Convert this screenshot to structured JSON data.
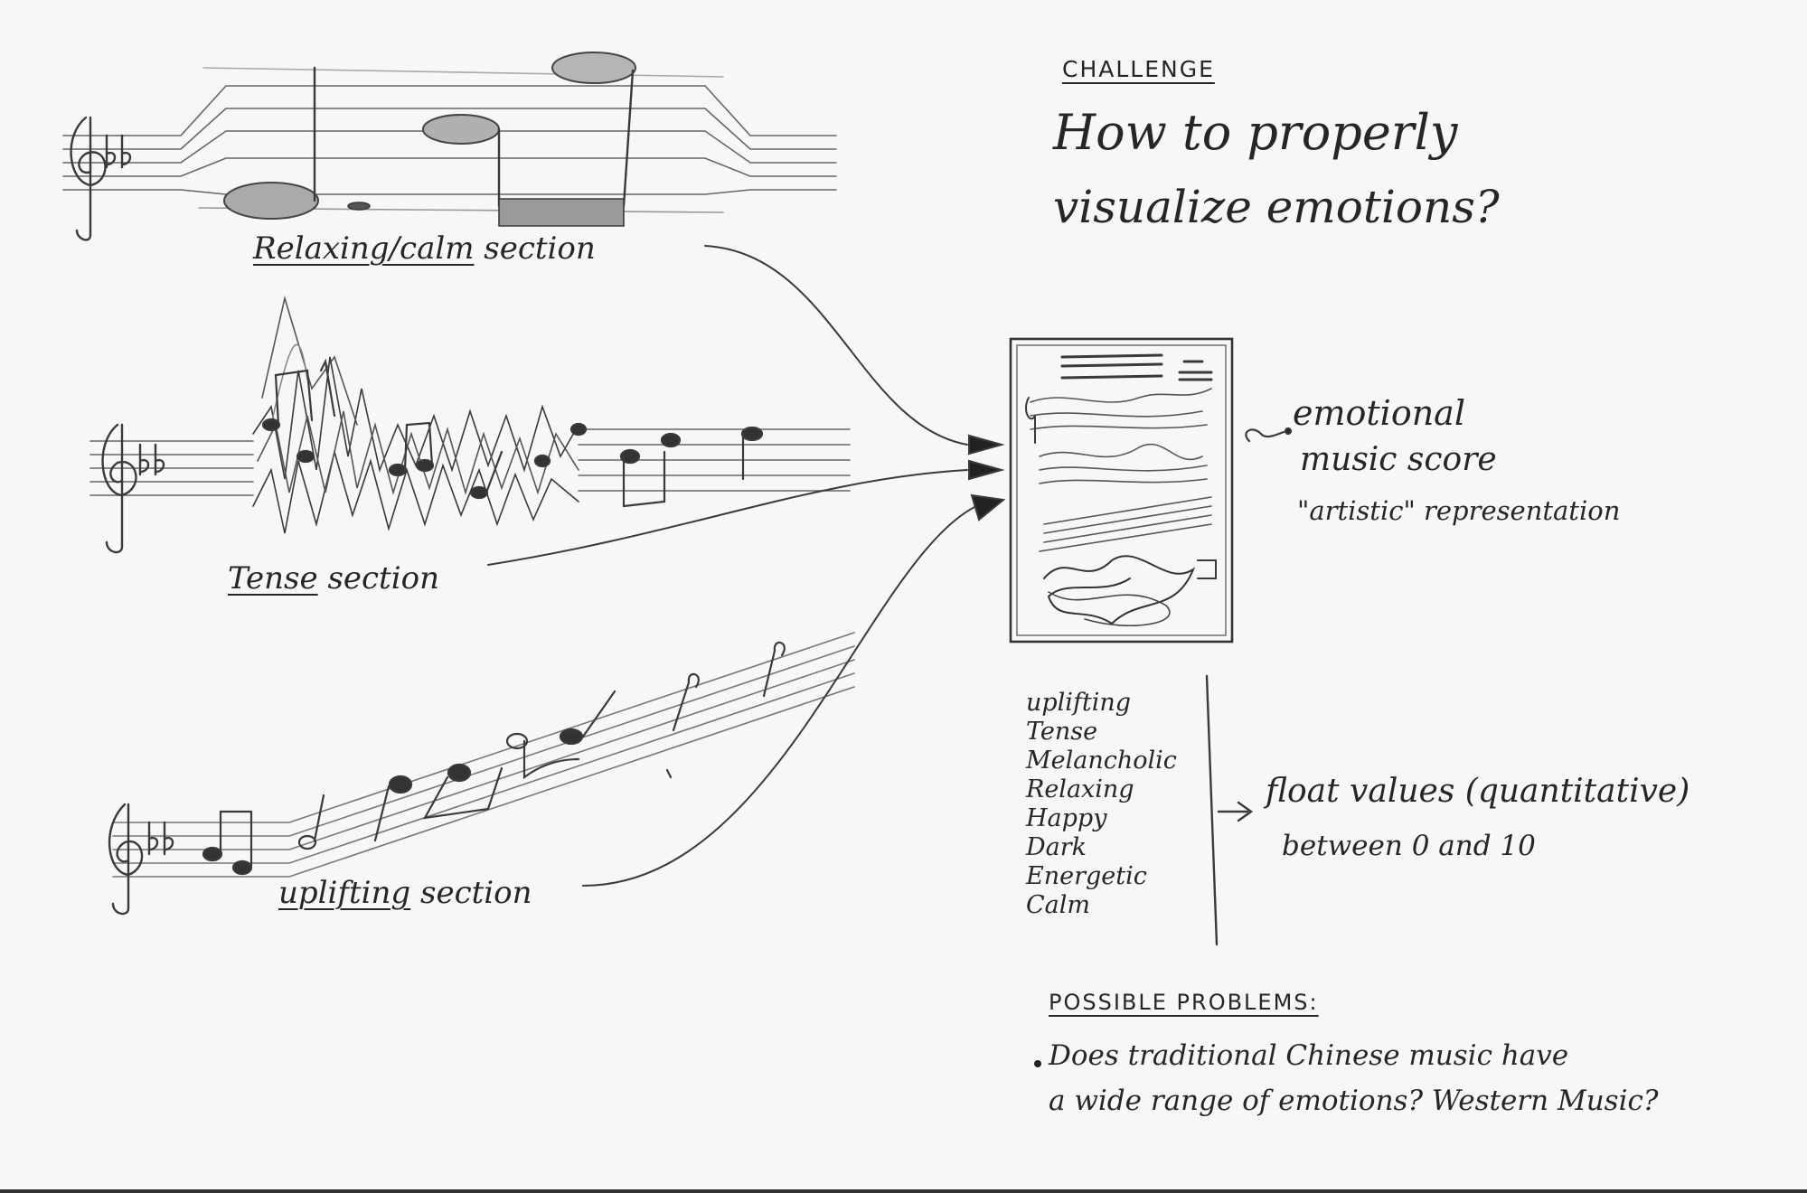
{
  "challenge": {
    "heading": "CHALLENGE",
    "question_line1": "How to properly",
    "question_line2": "visualize emotions?"
  },
  "sections": {
    "relaxing_em": "Relaxing/calm",
    "relaxing_rest": " section",
    "tense_em": "Tense",
    "tense_rest": " section",
    "uplifting_em": "uplifting",
    "uplifting_rest": " section"
  },
  "score": {
    "line1": "emotional",
    "line2": "music score",
    "line3": "\"artistic\" representation"
  },
  "emotions": [
    "uplifting",
    "Tense",
    "Melancholic",
    "Relaxing",
    "Happy",
    "Dark",
    "Energetic",
    "Calm"
  ],
  "values": {
    "line1": "float values (quantitative)",
    "line2": "between 0 and 10"
  },
  "problems": {
    "heading": "POSSIBLE PROBLEMS:",
    "line1": "Does traditional Chinese music have",
    "line2": "a wide range of emotions? Western Music?"
  }
}
